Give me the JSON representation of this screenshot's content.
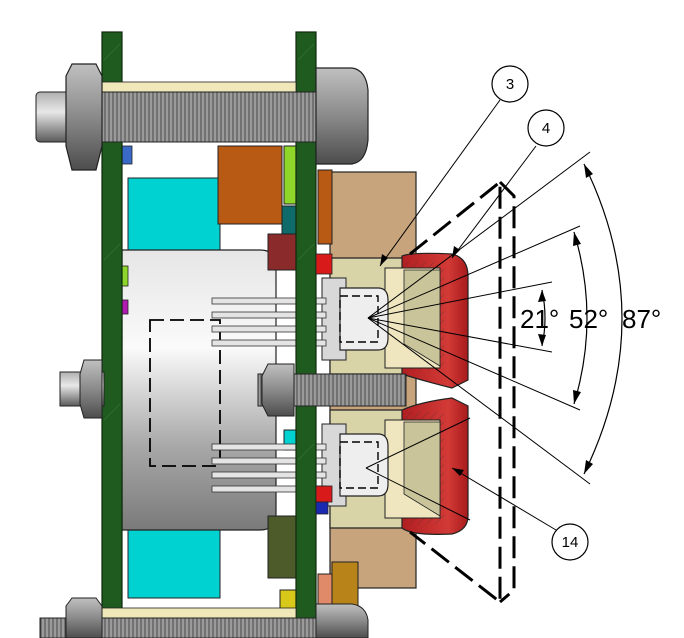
{
  "callouts": [
    {
      "id": "3",
      "label": "3"
    },
    {
      "id": "4",
      "label": "4"
    },
    {
      "id": "14",
      "label": "14"
    }
  ],
  "angles": [
    {
      "id": "inner",
      "label": "21°"
    },
    {
      "id": "middle",
      "label": "52°"
    },
    {
      "id": "outer",
      "label": "87°"
    }
  ],
  "colors": {
    "pcb_green": "#1f5a1f",
    "cyan_block": "#00d2d2",
    "bolt_grey": "#8f8f8f",
    "brass_plate": "#c8a47c",
    "red_cone": "#c0282a",
    "orange_block": "#b85a14",
    "khaki_mount": "#d8d4a8",
    "lime": "#8ed62a",
    "beige_spacer": "#efe6bf"
  }
}
